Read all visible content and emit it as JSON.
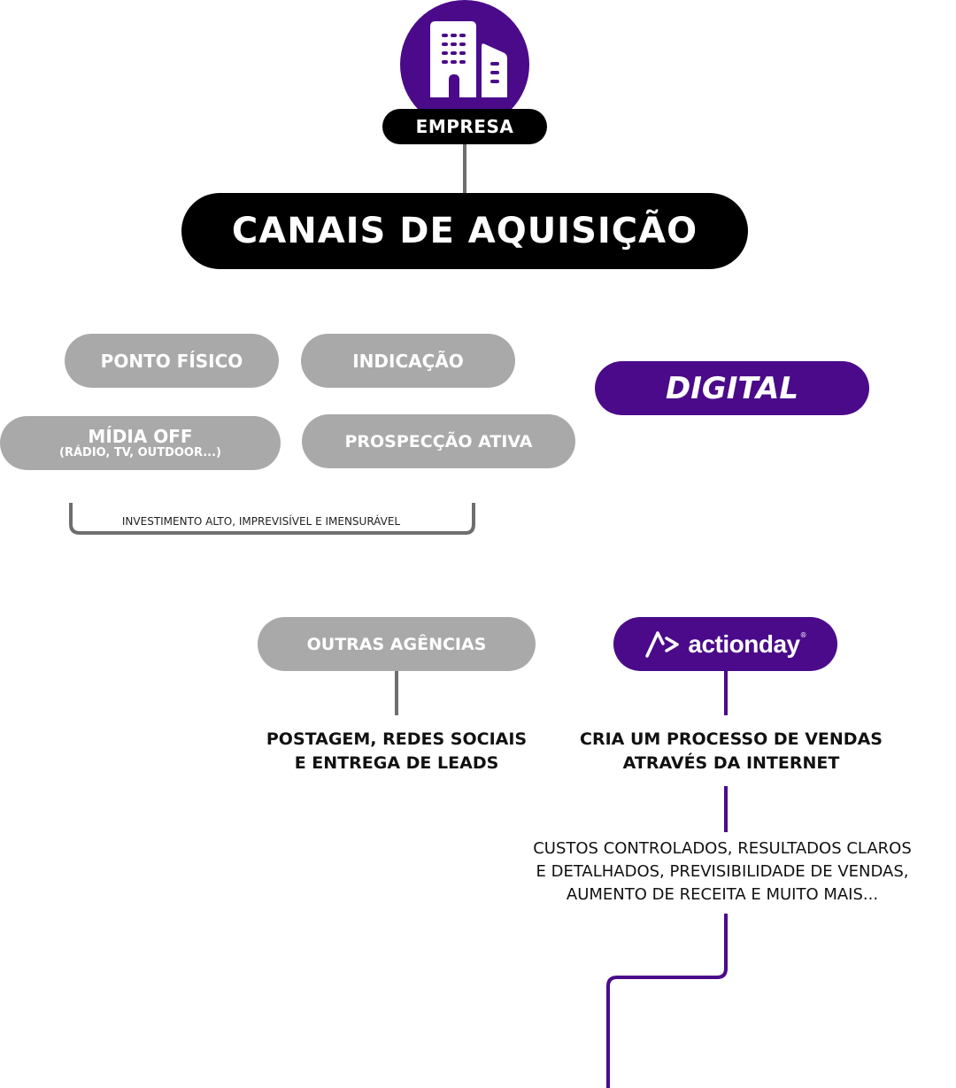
{
  "company": {
    "label": "EMPRESA",
    "icon": "building-icon"
  },
  "title": "CANAIS DE AQUISIÇÃO",
  "channels": {
    "ponto_fisico": "PONTO FÍSICO",
    "indicacao": "INDICAÇÃO",
    "midia_off": "MÍDIA OFF",
    "midia_off_sub": "(RÁDIO, TV, OUTDOOR...)",
    "prospeccao": "PROSPECÇÃO ATIVA",
    "digital": "DIGITAL"
  },
  "bracket_note": "INVESTIMENTO ALTO, IMPREVISÍVEL E IMENSURÁVEL",
  "outras": {
    "label": "OUTRAS AGÊNCIAS",
    "desc_line1": "POSTAGEM, REDES SOCIAIS",
    "desc_line2": "E ENTREGA DE LEADS"
  },
  "actionday": {
    "brand": "actionday",
    "desc_line1": "CRIA UM PROCESSO DE VENDAS",
    "desc_line2": "ATRAVÉS DA INTERNET",
    "benefits_line1": "CUSTOS CONTROLADOS, RESULTADOS CLAROS",
    "benefits_line2": "E DETALHADOS, PREVISIBILIDADE DE VENDAS,",
    "benefits_line3": "AUMENTO DE RECEITA E MUITO MAIS..."
  },
  "colors": {
    "purple": "#4b0a8a",
    "gray": "#a9a9a9",
    "black": "#000000",
    "line_gray": "#6e6e6e"
  }
}
